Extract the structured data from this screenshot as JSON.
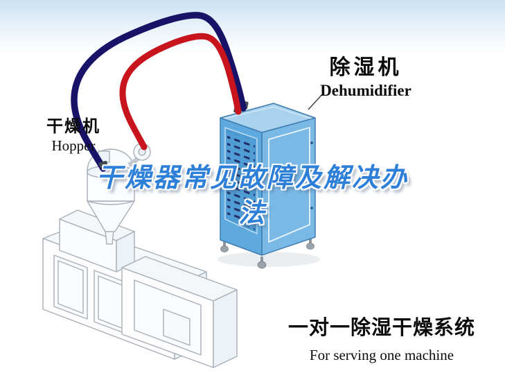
{
  "labels": {
    "hopper": {
      "cn": "干燥机",
      "en": "Hopper"
    },
    "dehumidifier": {
      "cn": "除湿机",
      "en": "Dehumidifier"
    }
  },
  "title": {
    "line1": "干燥器常见故障及解决办",
    "line2": "法",
    "color": "#2e7fd8"
  },
  "caption": {
    "cn": "一对一除湿干燥系统",
    "en": "For serving one machine"
  },
  "illustration": {
    "pipe_red": "#c8141c",
    "pipe_navy": "#191368",
    "cabinet_front": "#5ea9dd",
    "cabinet_side": "#7ab9e6",
    "cabinet_top": "#a9d2ee",
    "louver_dark": "#22306b"
  }
}
